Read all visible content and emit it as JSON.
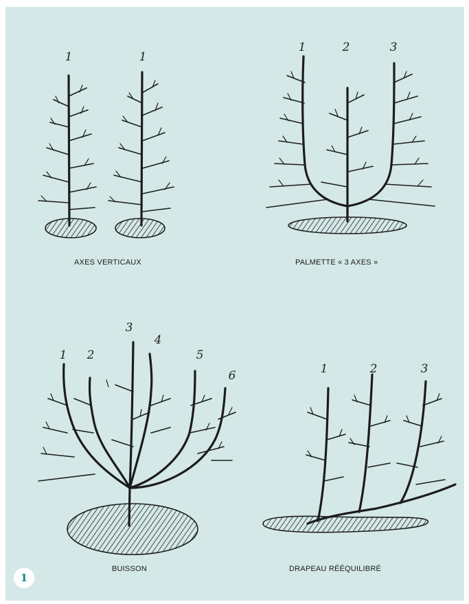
{
  "figure_number": "1",
  "panels": [
    {
      "caption": "AXES VERTICAUX",
      "axis_labels": [
        "1",
        "1"
      ]
    },
    {
      "caption": "PALMETTE « 3 AXES »",
      "axis_labels": [
        "1",
        "2",
        "3"
      ]
    },
    {
      "caption": "BUISSON",
      "axis_labels": [
        "1",
        "2",
        "3",
        "4",
        "5",
        "6"
      ]
    },
    {
      "caption": "DRAPEAU RÉÉQUILIBRÉ",
      "axis_labels": [
        "1",
        "2",
        "3"
      ]
    }
  ],
  "colors": {
    "background": "#d4e8e8",
    "ink": "#1c1c1c",
    "badge_text": "#0a8f7f"
  }
}
